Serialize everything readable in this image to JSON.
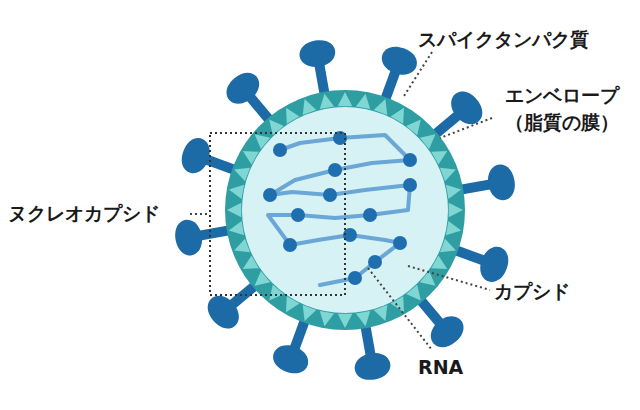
{
  "diagram": {
    "labels": [
      "スパイクタンパク質",
      "エンベロープ （脂質の膜）",
      "ヌクレオカプシド",
      "カプシド",
      "RNA"
    ]
  }
}
